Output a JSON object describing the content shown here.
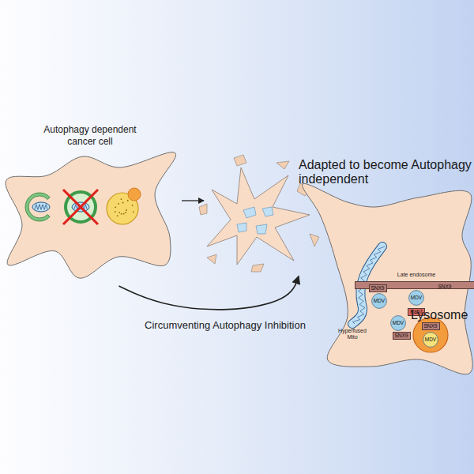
{
  "diagram": {
    "nodes": [
      {
        "text": [
          "Autophagy dependent cancer cell"
        ]
      },
      {
        "text": [
          "Adapted to become Autophagy independent"
        ]
      },
      {
        "text": [
          "SNX9"
        ],
        "in": 1
      },
      {
        "text": [
          "MDV"
        ],
        "in": 1
      },
      {
        "text": [
          "SNX9"
        ],
        "in": 1
      },
      {
        "text": [
          "MDV"
        ],
        "in": 1
      },
      {
        "text": [
          "Rab7"
        ],
        "in": 1
      },
      {
        "text": [
          "MDV"
        ],
        "in": 1
      },
      {
        "text": [
          "Lysosome"
        ],
        "in": 1
      },
      {
        "text": [
          "SNX9"
        ],
        "in": 1
      },
      {
        "text": [
          "SNX9"
        ],
        "in": 8
      },
      {
        "text": [
          "MDV"
        ],
        "in": 8
      }
    ],
    "edges": [
      {
        "from": 0,
        "to": 1,
        "arrow": "to",
        "label": "Circumventing Autophagy Inhibition"
      }
    ],
    "labels": [
      "Late endosome",
      "Hyperfused Mito"
    ]
  }
}
